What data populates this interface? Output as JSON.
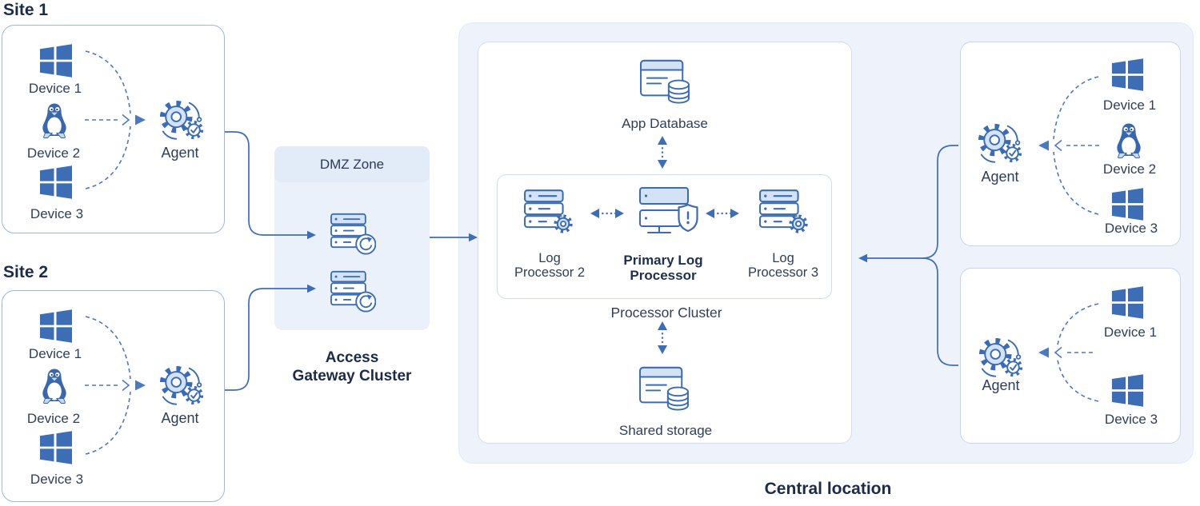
{
  "colors": {
    "icon_blue": "#3d6db4",
    "icon_stroke": "#3b6cb3",
    "icon_light_fill": "#d3e2f6",
    "solid_line": "#3e6db8",
    "dashed_line": "#4d7abc",
    "heading_text": "#1b2b49",
    "label_text": "#2f3e57",
    "central_bg": "#eef3fb",
    "dmz_bg": "#ebf1fa",
    "dmz_header_bg": "#e2ebf8"
  },
  "sites": {
    "site1": {
      "title": "Site 1",
      "devices": [
        {
          "label": "Device 1",
          "os": "windows"
        },
        {
          "label": "Device 2",
          "os": "linux"
        },
        {
          "label": "Device 3",
          "os": "windows"
        }
      ],
      "agent_label": "Agent"
    },
    "site2": {
      "title": "Site 2",
      "devices": [
        {
          "label": "Device 1",
          "os": "windows"
        },
        {
          "label": "Device 2",
          "os": "linux"
        },
        {
          "label": "Device 3",
          "os": "windows"
        }
      ],
      "agent_label": "Agent"
    }
  },
  "dmz": {
    "zone_label": "DMZ Zone",
    "caption_line1": "Access",
    "caption_line2": "Gateway Cluster"
  },
  "central": {
    "label": "Central location",
    "app_database_label": "App Database",
    "processor_cluster_label": "Processor Cluster",
    "shared_storage_label": "Shared storage",
    "processors": [
      {
        "line1": "Log",
        "line2": "Processor 2"
      },
      {
        "line1": "Primary Log",
        "line2": "Processor"
      },
      {
        "line1": "Log",
        "line2": "Processor 3"
      }
    ]
  },
  "remote_sites": {
    "box1": {
      "agent_label": "Agent",
      "devices": [
        {
          "label": "Device 1",
          "os": "windows"
        },
        {
          "label": "Device 2",
          "os": "linux"
        },
        {
          "label": "Device 3",
          "os": "windows"
        }
      ]
    },
    "box2": {
      "agent_label": "Agent",
      "devices": [
        {
          "label": "Device 1",
          "os": "windows"
        },
        {
          "label": "Device 3",
          "os": "windows"
        }
      ]
    }
  }
}
